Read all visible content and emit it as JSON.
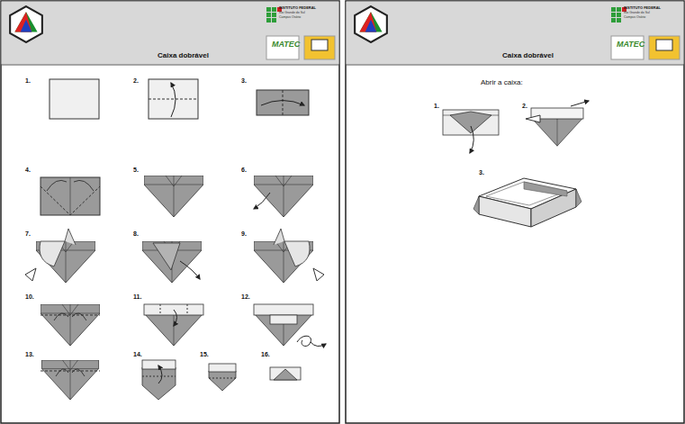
{
  "diagram": {
    "labels": [
      "INSTITUTO FEDERAL",
      "Rio Grande do Sul",
      "Campus Osório",
      "Caixa dobrável",
      "MATEC",
      "1.",
      "2.",
      "3.",
      "4.",
      "5.",
      "6.",
      "7.",
      "8.",
      "9.",
      "10.",
      "11.",
      "12.",
      "13.",
      "14.",
      "15.",
      "16.",
      "INSTITUTO FEDERAL",
      "Rio Grande do Sul",
      "Campus Osório",
      "Caixa dobrável",
      "MATEC",
      "Abrir a caixa:",
      "1.",
      "2.",
      "3."
    ]
  }
}
